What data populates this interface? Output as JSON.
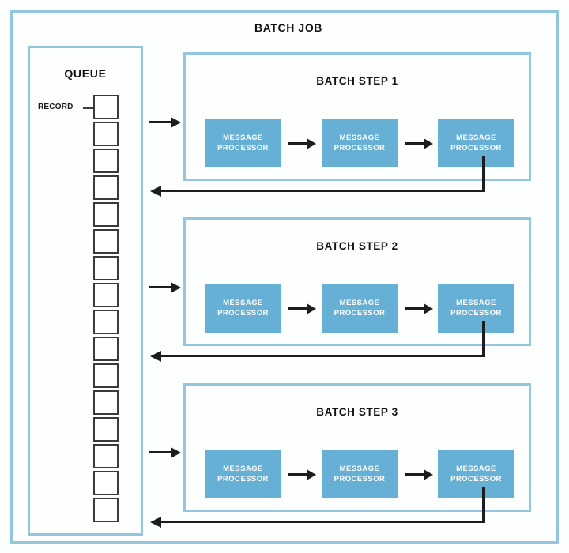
{
  "diagram": {
    "title": "BATCH JOB",
    "outer_frame_color": "#93c7e0",
    "processor_color": "#66b0d6",
    "arrow_color": "#1d1d1d",
    "record_border_color": "#3a3a3a"
  },
  "queue": {
    "title": "QUEUE",
    "record_label": "RECORD",
    "record_count": 16
  },
  "steps": [
    {
      "title": "BATCH STEP 1",
      "processors": [
        {
          "line1": "MESSAGE",
          "line2": "PROCESSOR"
        },
        {
          "line1": "MESSAGE",
          "line2": "PROCESSOR"
        },
        {
          "line1": "MESSAGE",
          "line2": "PROCESSOR"
        }
      ]
    },
    {
      "title": "BATCH STEP 2",
      "processors": [
        {
          "line1": "MESSAGE",
          "line2": "PROCESSOR"
        },
        {
          "line1": "MESSAGE",
          "line2": "PROCESSOR"
        },
        {
          "line1": "MESSAGE",
          "line2": "PROCESSOR"
        }
      ]
    },
    {
      "title": "BATCH STEP 3",
      "processors": [
        {
          "line1": "MESSAGE",
          "line2": "PROCESSOR"
        },
        {
          "line1": "MESSAGE",
          "line2": "PROCESSOR"
        },
        {
          "line1": "MESSAGE",
          "line2": "PROCESSOR"
        }
      ]
    }
  ],
  "flows": {
    "feed_arrows": [
      "queue-to-step-1",
      "queue-to-step-2",
      "queue-to-step-3"
    ],
    "return_arrows": [
      "step-1-to-queue",
      "step-2-to-queue",
      "step-3-to-queue"
    ]
  }
}
